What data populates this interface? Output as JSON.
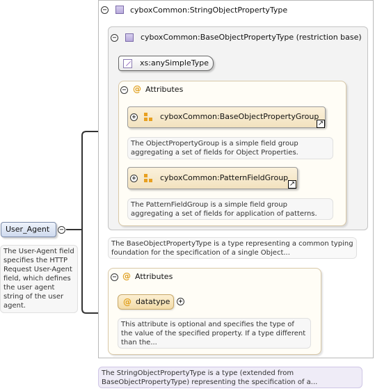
{
  "string_type": {
    "title": "cyboxCommon:StringObjectPropertyType",
    "doc": "The StringObjectPropertyType is a type (extended from BaseObjectPropertyType) representing the specification of a..."
  },
  "base_type": {
    "title": "cyboxCommon:BaseObjectPropertyType (restriction base)",
    "simple_type": "xs:anySimpleType",
    "attributes_label": "Attributes",
    "doc": "The BaseObjectPropertyType is a type representing a common typing foundation for the specification of a single Object...",
    "groups": [
      {
        "name": "cyboxCommon:BaseObjectPropertyGroup",
        "doc": "The ObjectPropertyGroup is a simple field group aggregating a set of fields for Object Properties."
      },
      {
        "name": "cyboxCommon:PatternFieldGroup",
        "doc": "The PatternFieldGroup is a simple field group aggregating a set of fields for application of patterns."
      }
    ]
  },
  "ext_attributes": {
    "label": "Attributes",
    "attr_name": "datatype",
    "attr_doc": "This attribute is optional and specifies the type of the value of the specified property. If a type different than the..."
  },
  "element": {
    "name": "User_Agent",
    "doc": "The User-Agent field specifies the HTTP Request User-Agent field, which defines the user agent string of the user agent."
  },
  "icons": {
    "collapse": "collapse-minus-icon",
    "expand": "expand-plus-icon",
    "complex_type": "complex-type-icon",
    "simple_type": "simple-type-icon",
    "attribute": "attribute-at-icon",
    "group": "attribute-group-icon",
    "link": "external-link-icon"
  }
}
